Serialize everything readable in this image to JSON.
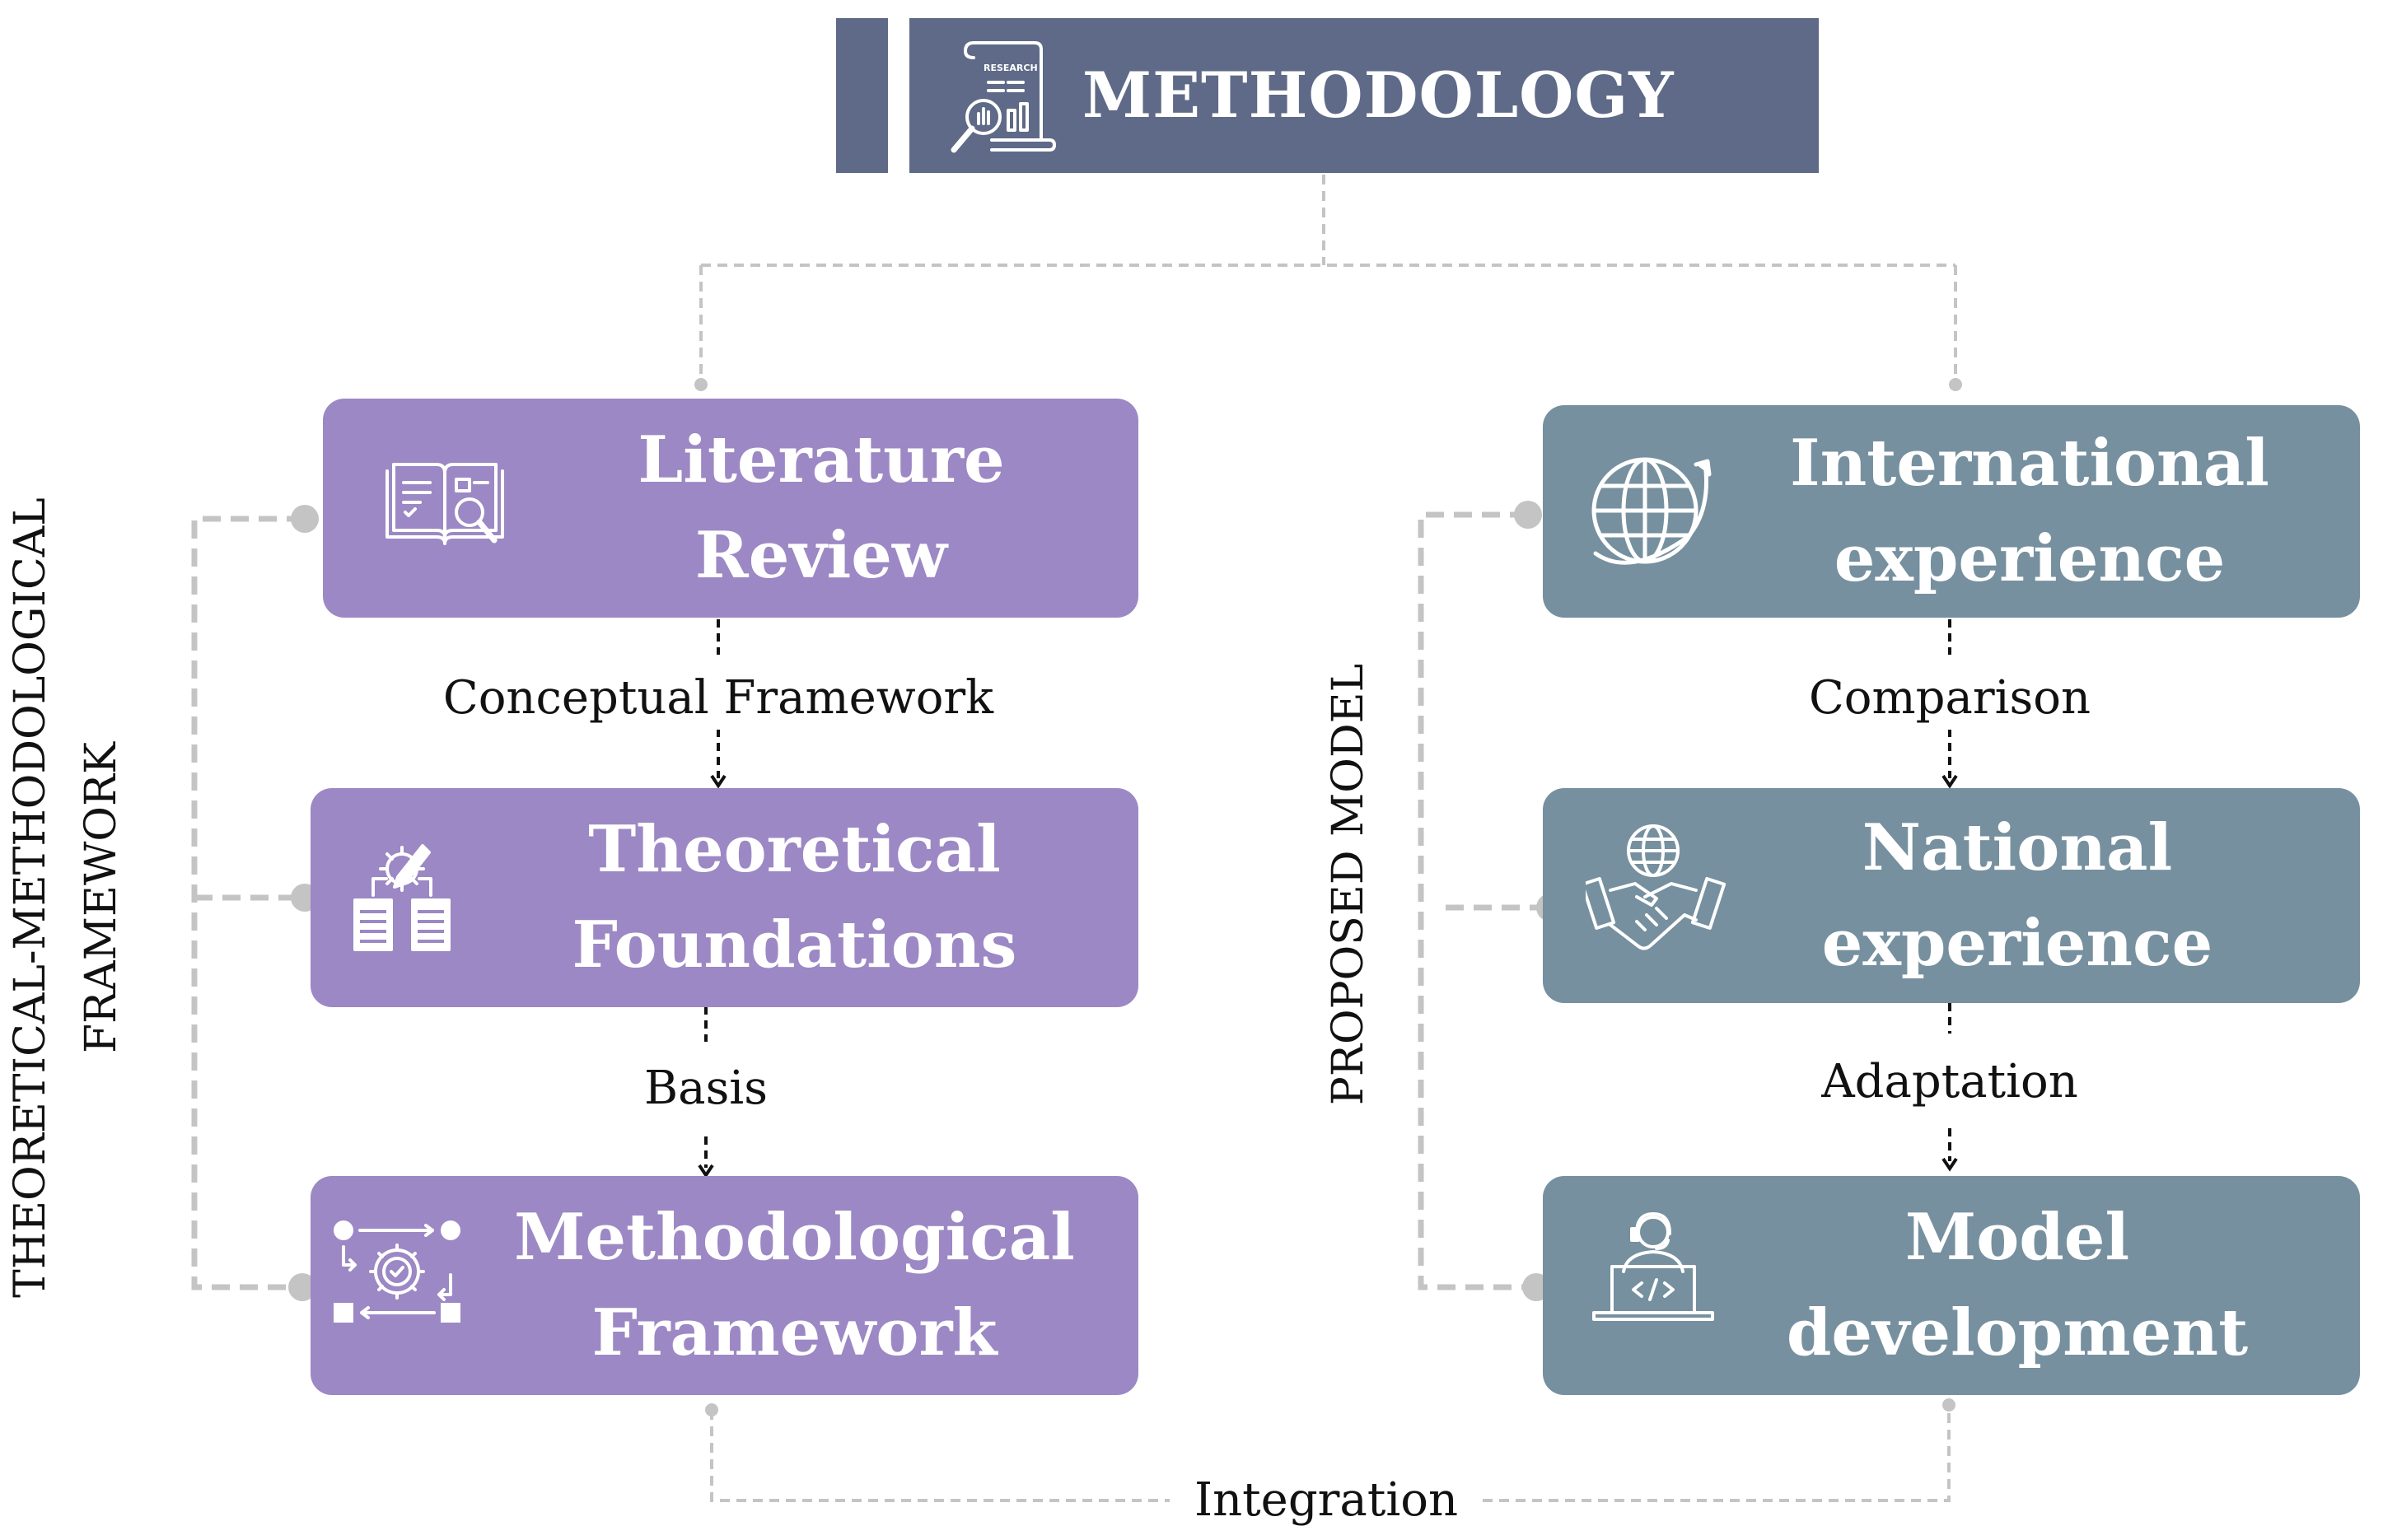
{
  "header": {
    "title": "METHODOLOGY",
    "icon_text": "RESEARCH",
    "icon": "research-document-icon"
  },
  "left_group": {
    "side_label": [
      "THEORETICAL-METHODOLOGICAL",
      "FRAMEWORK"
    ],
    "boxes": [
      {
        "title": [
          "Literature",
          "Review"
        ],
        "icon": "book-magnifier-icon"
      },
      {
        "title": [
          "Theoretical",
          "Foundations"
        ],
        "icon": "pencil-gear-documents-icon"
      },
      {
        "title": [
          "Methodological",
          "Framework"
        ],
        "icon": "gear-process-icon"
      }
    ],
    "connectors": [
      "Conceptual Framework",
      "Basis"
    ]
  },
  "right_group": {
    "side_label": "PROPOSED MODEL",
    "boxes": [
      {
        "title": [
          "International",
          "experience"
        ],
        "icon": "globe-orbit-icon"
      },
      {
        "title": [
          "National",
          "experience"
        ],
        "icon": "handshake-globe-icon"
      },
      {
        "title": [
          "Model",
          "development"
        ],
        "icon": "developer-laptop-icon"
      }
    ],
    "connectors": [
      "Comparison",
      "Adaptation"
    ]
  },
  "bottom_connector": "Integration",
  "colors": {
    "header": "#5e6a87",
    "purple_box": "#9c88c4",
    "slate_box": "#76909f",
    "dash_gray": "#c4c4c4"
  }
}
